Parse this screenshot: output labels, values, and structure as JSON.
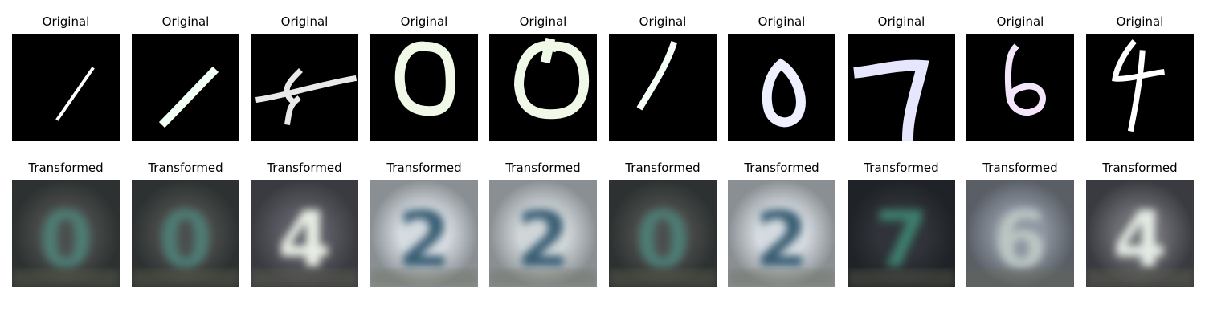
{
  "rows": [
    {
      "label": "Original",
      "panels": [
        {
          "digit": "1",
          "ink": "#ffffff",
          "bg": "#000000"
        },
        {
          "digit": "1",
          "ink": "#f2fff5",
          "bg": "#000000"
        },
        {
          "digit": "x",
          "ink": "#e9e9e9",
          "bg": "#000000"
        },
        {
          "digit": "0",
          "ink": "#f0f8e8",
          "bg": "#000000"
        },
        {
          "digit": "0",
          "ink": "#f0f8e8",
          "bg": "#000000"
        },
        {
          "digit": "1",
          "ink": "#f5fff5",
          "bg": "#000000"
        },
        {
          "digit": "0",
          "ink": "#eef0ff",
          "bg": "#000000"
        },
        {
          "digit": "7",
          "ink": "#e6e6ff",
          "bg": "#000000"
        },
        {
          "digit": "6",
          "ink": "#f4e6fa",
          "bg": "#000000"
        },
        {
          "digit": "4",
          "ink": "#ffffff",
          "bg": "#000000"
        }
      ]
    },
    {
      "label": "Transformed",
      "panels": [
        {
          "glyph": "0",
          "bg": "#4b4e4c",
          "ink": "#4e7d75",
          "edge": "#2d3131"
        },
        {
          "glyph": "0",
          "bg": "#4b4e4c",
          "ink": "#4e7d75",
          "edge": "#2d3131"
        },
        {
          "glyph": "4",
          "bg": "#5a5a62",
          "ink": "#e8eee4",
          "edge": "#3a3b40"
        },
        {
          "glyph": "2",
          "bg": "#d5dbe0",
          "ink": "#3b5f74",
          "edge": "#8a8f94"
        },
        {
          "glyph": "2",
          "bg": "#d0d6d8",
          "ink": "#3b5f74",
          "edge": "#8a8f94"
        },
        {
          "glyph": "0",
          "bg": "#4b4e4c",
          "ink": "#4e7d75",
          "edge": "#2d3131"
        },
        {
          "glyph": "2",
          "bg": "#d5dbe0",
          "ink": "#3b5f74",
          "edge": "#8a8f94"
        },
        {
          "glyph": "7",
          "bg": "#30343a",
          "ink": "#3d7d6c",
          "edge": "#1f2226"
        },
        {
          "glyph": "6",
          "bg": "#8d949f",
          "ink": "#bcc7c4",
          "edge": "#5a5f66"
        },
        {
          "glyph": "4",
          "bg": "#6a6b70",
          "ink": "#e4ebe4",
          "edge": "#3a3b40"
        }
      ]
    }
  ]
}
